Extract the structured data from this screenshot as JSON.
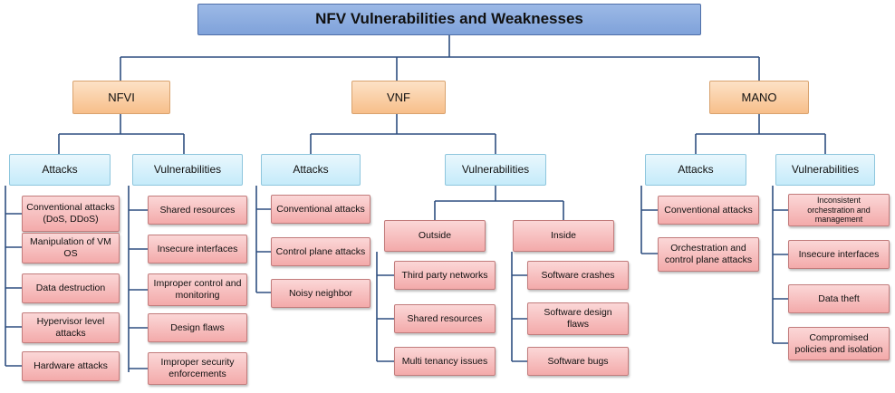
{
  "title": "NFV Vulnerabilities and Weaknesses",
  "nfvi": {
    "label": "NFVI",
    "attacks": {
      "label": "Attacks",
      "items": [
        "Conventional attacks (DoS, DDoS)",
        "Manipulation of VM OS",
        "Data destruction",
        "Hypervisor level attacks",
        "Hardware attacks"
      ]
    },
    "vulnerabilities": {
      "label": "Vulnerabilities",
      "items": [
        "Shared resources",
        "Insecure interfaces",
        "Improper control and monitoring",
        "Design flaws",
        "Improper security enforcements"
      ]
    }
  },
  "vnf": {
    "label": "VNF",
    "attacks": {
      "label": "Attacks",
      "items": [
        "Conventional attacks",
        "Control plane attacks",
        "Noisy neighbor"
      ]
    },
    "vulnerabilities": {
      "label": "Vulnerabilities",
      "outside": {
        "label": "Outside",
        "items": [
          "Third party networks",
          "Shared resources",
          "Multi tenancy issues"
        ]
      },
      "inside": {
        "label": "Inside",
        "items": [
          "Software crashes",
          "Software design flaws",
          "Software bugs"
        ]
      }
    }
  },
  "mano": {
    "label": "MANO",
    "attacks": {
      "label": "Attacks",
      "items": [
        "Conventional attacks",
        "Orchestration and control plane attacks"
      ]
    },
    "vulnerabilities": {
      "label": "Vulnerabilities",
      "items": [
        "Inconsistent orchestration and management",
        "Insecure interfaces",
        "Data theft",
        "Compromised policies and isolation"
      ]
    }
  },
  "colors": {
    "line": "#2f4f80",
    "title": "#8eaee0",
    "category": "#f9cfa4",
    "group": "#d6f1fc",
    "leaf": "#f6bcbc"
  }
}
